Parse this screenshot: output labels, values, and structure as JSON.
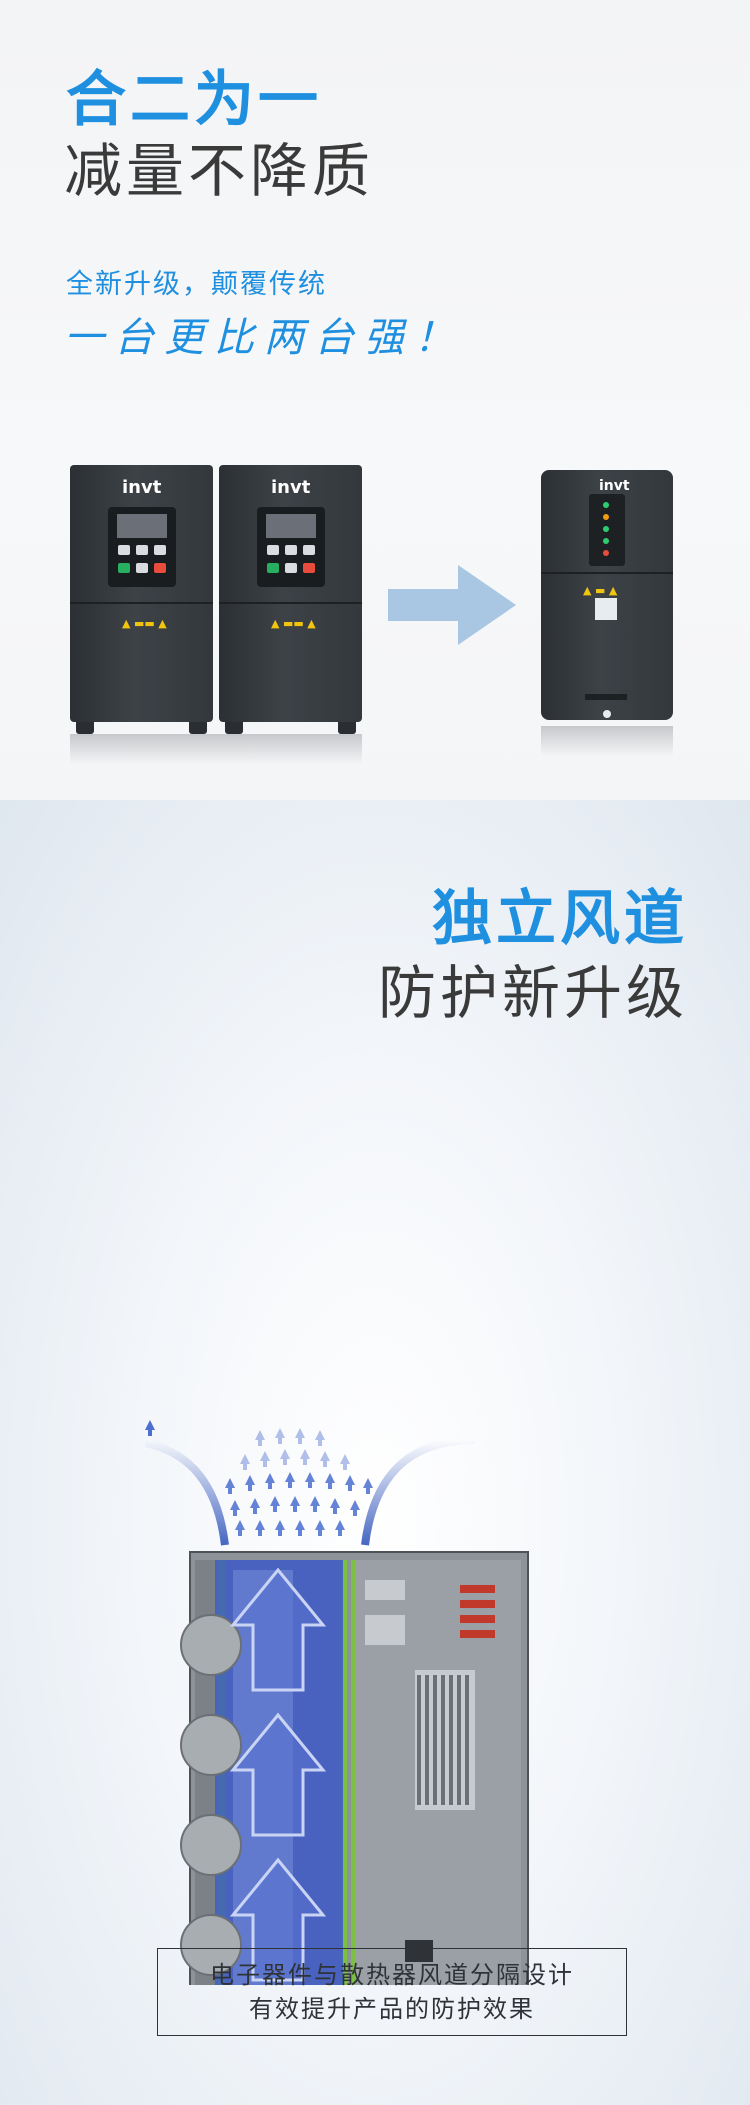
{
  "section1": {
    "title_blue": "合二为一",
    "title_dark": "减量不降质",
    "subtitle": "全新升级，颠覆传统",
    "slogan": "一台更比两台强！",
    "brand_logo": "invt",
    "icons": [
      "inverter-drive-icon",
      "arrow-right-icon"
    ]
  },
  "section2": {
    "title_blue": "独立风道",
    "title_dark": "防护新升级",
    "note_line1": "电子器件与散热器风道分隔设计",
    "note_line2": "有效提升产品的防护效果"
  },
  "colors": {
    "accent_blue": "#1f8fe0",
    "dark_text": "#3a3a3a",
    "arrow_blue": "#a9c6e2",
    "airflow_blue": "#3a57c8"
  }
}
